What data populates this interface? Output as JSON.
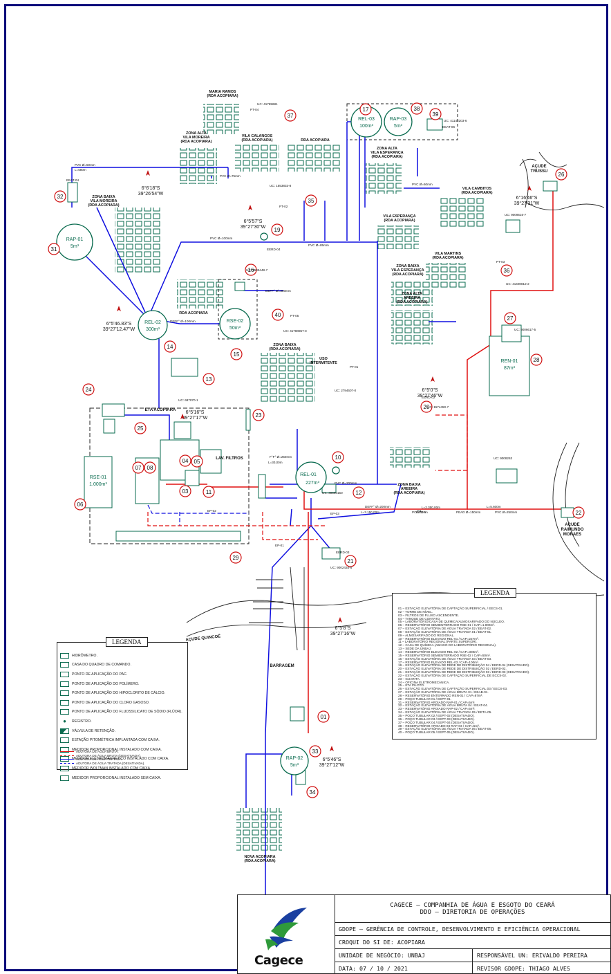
{
  "colors": {
    "treated": "#1010e0",
    "raw": "#e01010",
    "green": "#0a6b4f",
    "red_mark": "#d01010"
  },
  "title_block": {
    "company": "CAGECE – COMPANHIA DE ÁGUA E ESGOTO DO CEARÁ",
    "directorate": "DDO – DIRETORIA DE OPERAÇÕES",
    "management": "GDOPE – GERÊNCIA DE CONTROLE, DESENVOLVIMENTO E EFICIÊNCIA OPERACIONAL",
    "croqui": "CROQUI DO SI DE: ACOPIARA",
    "unit": "UNIDADE DE NEGÓCIO: UNBAJ",
    "responsible": "RESPONSÁVEL UN: ERIVALDO PEREIRA",
    "date": "DATA:  07 / 10 / 2021",
    "reviewer": "REVISOR GDOPE: THIAGO ALVES",
    "logo_text": "Cagece"
  },
  "legend_symbols": {
    "title": "LEGENDA",
    "items": [
      {
        "icon": "hydrometer-icon",
        "label": "HIDRÔMETRO."
      },
      {
        "icon": "command-panel-icon",
        "label": "CASA DO QUADRO DE COMANDO."
      },
      {
        "icon": "pac-icon",
        "label": "PONTO DE APLICAÇÃO DO PAC."
      },
      {
        "icon": "polymer-icon",
        "label": "PONTO DE APLICAÇÃO DO POLÍMERO."
      },
      {
        "icon": "hypochlorite-icon",
        "label": "PONTO DE APLICAÇÃO DO HIPOCLORITO DE CÁLCIO."
      },
      {
        "icon": "chlorine-gas-icon",
        "label": "PONTO DE APLICAÇÃO DO CLORO GASOSO."
      },
      {
        "icon": "fluor-icon",
        "label": "PONTO DE APLICAÇÃO DO FLUOSSILICATO DE SÓDIO (FLÚOR)."
      },
      {
        "icon": "register-icon",
        "label": "REGISTRO."
      },
      {
        "icon": "check-valve-icon",
        "label": "VÁLVULA DE RETENÇÃO."
      },
      {
        "icon": "pitometric-station-icon",
        "label": "ESTAÇÃO PITOMÉTRICA IMPLANTADA COM CAIXA."
      },
      {
        "icon": "proportional-meter-box-icon",
        "label": "MEDIDOR PROPORCIONAL INSTALADO COM CAIXA."
      },
      {
        "icon": "electromagnetic-meter-icon",
        "label": "MEDIDOR ELETROMAGNÉTICO INSTALADO COM CAIXA."
      },
      {
        "icon": "woltman-meter-icon",
        "label": "MEDIDOR WOLTMAN INSTALADO COM CAIXA."
      },
      {
        "icon": "proportional-meter-nobox-icon",
        "label": "MEDIDOR PROPORCIONAL INSTALADO SEM CAIXA."
      }
    ],
    "lines": [
      {
        "label": "ADUTORA DE ÁGUA BRUTA.",
        "color": "#e01010",
        "style": "solid"
      },
      {
        "label": "ADUTORA DE ÁGUA BRUTA (DESATIVADA).",
        "color": "#e01010",
        "style": "dashed"
      },
      {
        "label": "ADUTORA DE ÁGUA TRATADA.",
        "color": "#1010e0",
        "style": "solid"
      },
      {
        "label": "ADUTORA DE ÁGUA TRATADA (DESATIVADA).",
        "color": "#1010e0",
        "style": "dashed"
      }
    ]
  },
  "legend_units": {
    "title": "LEGENDA",
    "items": [
      "01 – ESTAÇÃO ELEVATÓRIA DE CAPTAÇÃO SUPERFICIAL / EECS-01.",
      "02 – TORRE DE NÍVEL.",
      "03 – FILTROS DE FLUXO ASCENDENTE.",
      "04 – TANQUE DE CONTATO.",
      "05 – LABORATÓRIO/CASA DE QUÍMICA/ALMOXARIFADO DO NÚCLEO.",
      "06 – RESERVATÓRIO SEMIENTERRADO RSE-01 / CAP=1.000m³.",
      "07 – ESTAÇÃO ELEVATÓRIA DE ÁGUA TRATADA 02 / EEAT-02.",
      "08 – ESTAÇÃO ELEVATÓRIA DE ÁGUA TRATADA 01 / EEAT-01.",
      "09 – ALMOXARIFADO DO REGIONAL.",
      "10 – RESERVATÓRIO ELEVADO REL-01 / CAP=227m³.",
      "11 – LABORATÓRIO REGIONAL (PARTE SUPERIOR).",
      "12 – CASA DE QUÍMICA (ABAIXO DO LABORATÓRIO REGIONAL).",
      "13 – SEDE DA UNBAJ.",
      "14 – RESERVATÓRIO ELEVADO REL-02 / CAP=300m³.",
      "15 – RESERVATÓRIO SEMIENTERRADO RSE-02 / CAP=50m³.",
      "16 – ESTAÇÃO ELEVATÓRIA DE ÁGUA TRATADA 03 / EEAT-03.",
      "17 – RESERVATÓRIO ELEVADO REL-03 / CAP=100m³.",
      "19 – ESTAÇÃO ELEVATÓRIA DE REDE DE DISTRIBUIÇÃO 04 / EERD-04 (DESATIVADO).",
      "20 – ESTAÇÃO ELEVATÓRIA DE REDE DE DISTRIBUIÇÃO 02 / EERD-02.",
      "21 – ESTAÇÃO ELEVATÓRIA DE REDE DE DISTRIBUIÇÃO 03 / EERD-03 (DESATIVADO).",
      "22 – ESTAÇÃO ELEVATÓRIA DE CAPTAÇÃO SUPERFICIAL DE ECCS-02.",
      "23 – GUARITA.",
      "24 – OFICINA ELETROMECÂNICA.",
      "25 – ETA PILOTO.",
      "26 – ESTAÇÃO ELEVATÓRIA DE CAPTAÇÃO SUPERFICIAL 03 / EECS-03.",
      "27 – ESTAÇÃO ELEVATÓRIA DE ÁGUA BRUTA 01 / EEAB-01.",
      "28 – RESERVATÓRIO ENTERRADO REN-01 / CAP=87m³.",
      "29 – POÇO TUBULAR 01 / EEPT-01.",
      "31 – RESERVATÓRIO APOIADO RAP-01 / CAP=5m³.",
      "32 – ESTAÇÃO ELEVATÓRIA DE ÁGUA BRUTA 04 / EEAT-04.",
      "33 – RESERVATÓRIO APOIADO RAP-02 / CAP=5m³.",
      "34 – ESTAÇÃO ELEVATÓRIA DE ÁGUA TRATADA 05 / EETA-05.",
      "35 – POÇO TUBULAR 02 / EEPT-02 (DESATIVADO).",
      "36 – POÇO TUBULAR 03 / EEPT-03 (DESATIVADO).",
      "37 – POÇO TUBULAR 04 / EEPT-04 (DESATIVADO).",
      "38 – RESERVATÓRIO APOIADO 03  RAP-03 / CAP=5m³.",
      "39 – ESTAÇÃO ELEVATÓRIA DE ÁGUA TRATADA 06 / EEAT-06.",
      "40 – POÇO TUBULAR 05 / EEPT-05 (DESATIVADO)."
    ]
  },
  "map": {
    "reservoirs": [
      {
        "id": "rel03",
        "name": "REL-03",
        "cap": "100m³"
      },
      {
        "id": "rap03",
        "name": "RAP-03",
        "cap": "5m³"
      },
      {
        "id": "rap01",
        "name": "RAP-01",
        "cap": "5m³"
      },
      {
        "id": "rel02",
        "name": "REL-02",
        "cap": "300m³"
      },
      {
        "id": "rse02",
        "name": "RSE-02",
        "cap": "50m³"
      },
      {
        "id": "rel01",
        "name": "REL-01",
        "cap": "227m³"
      },
      {
        "id": "rse01",
        "name": "RSE-01",
        "cap": "1.000m³"
      },
      {
        "id": "rap02",
        "name": "RAP-02",
        "cap": "5m³"
      },
      {
        "id": "ren01",
        "name": "REN-01",
        "cap": "87m³"
      }
    ],
    "numbers": [
      "01",
      "03",
      "04",
      "05",
      "06",
      "07",
      "08",
      "10",
      "11",
      "12",
      "13",
      "14",
      "15",
      "16",
      "17",
      "19",
      "20",
      "21",
      "22",
      "23",
      "24",
      "25",
      "26",
      "27",
      "28",
      "29",
      "31",
      "32",
      "33",
      "34",
      "35",
      "36",
      "37",
      "38",
      "39",
      "40"
    ],
    "areas": [
      {
        "id": "maria_ramos",
        "l1": "MARIA RAMOS",
        "l2": "(RDA ACOPIARA)"
      },
      {
        "id": "vila_calangos",
        "l1": "VILA CALANGOS",
        "l2": "(RDA ACOPIARA)"
      },
      {
        "id": "rda_top",
        "l1": "RDA ACOPIARA",
        "l2": ""
      },
      {
        "id": "za_vila_moreira",
        "l1": "ZONA ALTA",
        "l2": "VILA MOREIRA",
        "l3": "(RDA ACOPIARA)"
      },
      {
        "id": "zb_vila_moreira",
        "l1": "ZONA BAIXA",
        "l2": "VILA MOREIRA",
        "l3": "(RDA ACOPIARA)"
      },
      {
        "id": "za_vila_esperanca",
        "l1": "ZONA ALTA",
        "l2": "VILA ESPERANÇA",
        "l3": "(RDA ACOPIARA)"
      },
      {
        "id": "vila_cambitos",
        "l1": "VILA CAMBITOS",
        "l2": "(RDA ACOPIARA)"
      },
      {
        "id": "vila_esperanca",
        "l1": "VILA ESPERANÇA",
        "l2": "(RDA ACOPIARA)"
      },
      {
        "id": "vila_martins",
        "l1": "VILA MARTINS",
        "l2": "(RDA ACOPIARA)"
      },
      {
        "id": "zb_vila_esperanca",
        "l1": "ZONA BAIXA",
        "l2": "VILA ESPERANÇA",
        "l3": "(RDA ACOPIARA)"
      },
      {
        "id": "za_areeira",
        "l1": "ZONA ALTA",
        "l2": "AREEIRA",
        "l3": "(RDA ACOPIARA)"
      },
      {
        "id": "rda_acopiara_mid",
        "l1": "RDA ACOPIARA",
        "l2": ""
      },
      {
        "id": "zona_baixa",
        "l1": "ZONA BAIXA",
        "l2": "(RDA ACOPIARA)"
      },
      {
        "id": "uso_intermitente",
        "l1": "USO",
        "l2": "INTERMITENTE"
      },
      {
        "id": "zb_areeira",
        "l1": "ZONA BAIXA",
        "l2": "AREEIRA",
        "l3": "(RDA ACOPIARA)"
      },
      {
        "id": "nova_acopiara",
        "l1": "NOVA ACOPIARA",
        "l2": "(RDA ACOPIARA)"
      }
    ],
    "places": {
      "acude_trussu": [
        "AÇUDE",
        "TRUSSU"
      ],
      "acude_raimundo": [
        "AÇUDE",
        "RAIMUNDO",
        "MORAES"
      ],
      "acude_quincoe": "AÇUDE QUINCOÉ",
      "barragem": "BARRAGEM",
      "eta": "ETA ACOPIARA",
      "lav_filtros": "LAV. FILTROS"
    },
    "coords": [
      {
        "id": "c1",
        "lat": "6°6'18\"S",
        "lon": "39°26'54\"W"
      },
      {
        "id": "c2",
        "lat": "6°5'57\"S",
        "lon": "39°27'30\"W"
      },
      {
        "id": "c3",
        "lat": "6°5'46.83\"S",
        "lon": "39°27'12.47\"W"
      },
      {
        "id": "c4",
        "lat": "6°16'46\"S",
        "lon": "39°27'31\"W"
      },
      {
        "id": "c5",
        "lat": "6°5'16\"S",
        "lon": "39°27'17\"W"
      },
      {
        "id": "c6",
        "lat": "6°5'0\"S",
        "lon": "39°27'46\"W"
      },
      {
        "id": "c7",
        "lat": "6°5'8\"S",
        "lon": "39°27'16\"W"
      },
      {
        "id": "c8",
        "lat": "6°5'46\"S",
        "lon": "39°27'12\"W"
      }
    ],
    "pipe_labels": [
      "PVC Ø=50mm",
      "L=580m",
      "PVC Ø=75mm",
      "PVC Ø=60mm",
      "PVC Ø=100mm",
      "PVC Ø=85mm",
      "DEFF° Ø=300mm",
      "DEFF° Ø=100mm",
      "DEFF° Ø=200mm",
      "L=3.150,00m",
      "L=2.350,00m",
      "L=600m",
      "PEAD Ø=150mm",
      "L=5.600m",
      "PVC Ø=250mm",
      "PVC Ø=200mm",
      "F°F° Ø=250mm",
      "L=30,00m",
      "UC: 41789681",
      "UC: 1553833-8",
      "UC: 3505448-7",
      "UC: 41780857-3",
      "UC: 2794607-0",
      "UC: 687070-1",
      "UC: 41142203-6",
      "UC: 9009516-7",
      "UC: 9006617-5",
      "UC: 9008263",
      "UC: 1574450-7",
      "UC: 9002434-6",
      "UC: 30590150",
      "UC: 41400812-2",
      "EEAT-04",
      "EEAT-06",
      "EERD-04",
      "EERD-02",
      "EERD-03",
      "PT-04",
      "PT-03",
      "PT-02",
      "PT-01",
      "PT-05",
      "EP-01",
      "EP-02",
      "EP-03",
      "PONTO A",
      "F2"
    ]
  }
}
